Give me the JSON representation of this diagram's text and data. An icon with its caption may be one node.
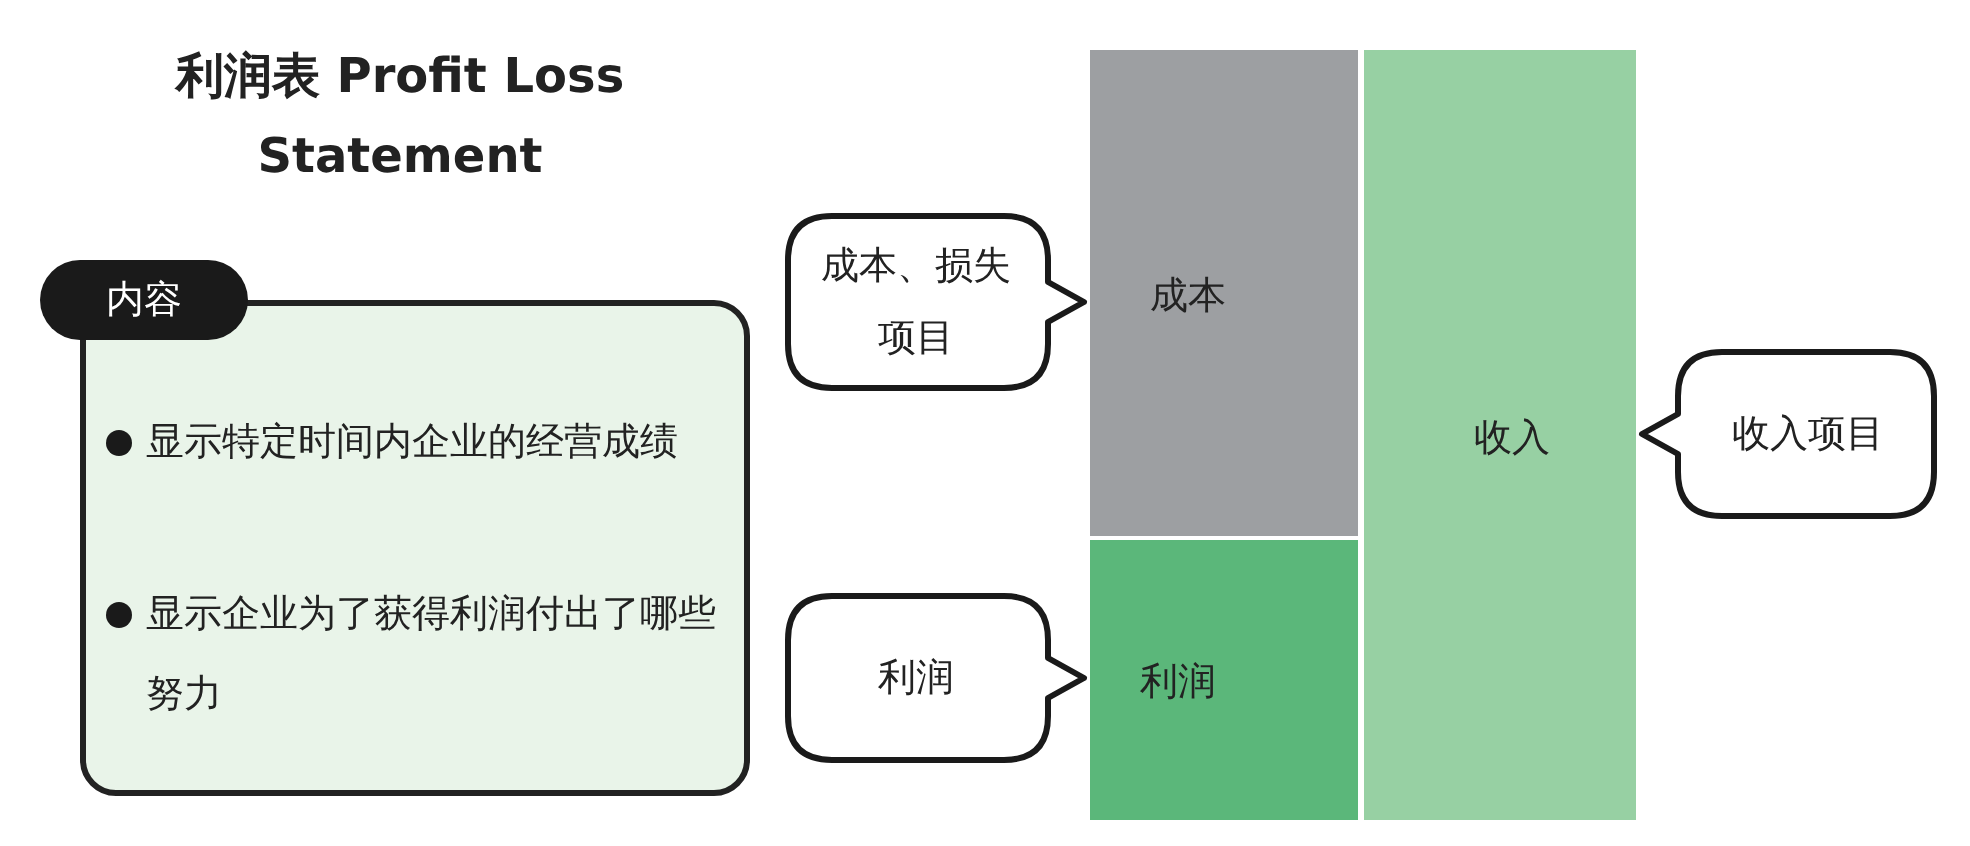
{
  "diagram": {
    "title": "利润表 Profit Loss Statement",
    "nodes": [
      {
        "text": [
          "内容"
        ]
      },
      {
        "text": [
          "显示特定时间内企业的经营成绩",
          "显示企业为了获得利润付出了哪些努力"
        ]
      },
      {
        "text": [
          "成本、损失项目"
        ]
      },
      {
        "text": [
          "利润"
        ]
      },
      {
        "text": [
          "成本"
        ]
      },
      {
        "text": [
          "利润"
        ]
      },
      {
        "text": [
          "收入"
        ]
      },
      {
        "text": [
          "收入项目"
        ]
      }
    ]
  }
}
